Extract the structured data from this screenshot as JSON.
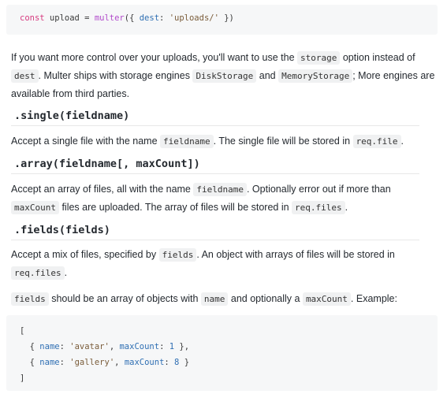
{
  "code_top": {
    "kw": "const",
    "var": " upload = ",
    "fn": "multer",
    "open": "({ ",
    "prop": "dest",
    "colon": ": ",
    "str": "'uploads/'",
    "close": " })"
  },
  "intro": {
    "t1": "If you want more control over your uploads, you'll want to use the ",
    "c1": "storage",
    "t2": " option instead of ",
    "c2": "dest",
    "t3": ". Multer ships with storage engines ",
    "c3": "DiskStorage",
    "t4": " and ",
    "c4": "MemoryStorage",
    "t5": "; More engines are available from third parties."
  },
  "single": {
    "heading": ".single(fieldname)",
    "t1": "Accept a single file with the name ",
    "c1": "fieldname",
    "t2": ". The single file will be stored in ",
    "c2": "req.file",
    "t3": "."
  },
  "array": {
    "heading": ".array(fieldname[, maxCount])",
    "t1": "Accept an array of files, all with the name ",
    "c1": "fieldname",
    "t2": ". Optionally error out if more than ",
    "c2": "maxCount",
    "t3": " files are uploaded. The array of files will be stored in ",
    "c3": "req.files",
    "t4": "."
  },
  "fields": {
    "heading": ".fields(fields)",
    "t1": "Accept a mix of files, specified by ",
    "c1": "fields",
    "t2": ". An object with arrays of files will be stored in ",
    "c2": "req.files",
    "t3": "."
  },
  "fields_note": {
    "c1": "fields",
    "t1": " should be an array of objects with ",
    "c2": "name",
    "t2": " and optionally a ",
    "c3": "maxCount",
    "t3": ". Example:"
  },
  "code_bottom": {
    "open_bracket": "[",
    "close_bracket": "]",
    "row1": {
      "open": "  { ",
      "k1": "name",
      "c": ": ",
      "v1": "'avatar'",
      "sep": ", ",
      "k2": "maxCount",
      "c2": ": ",
      "v2": "1",
      "close": " },"
    },
    "row2": {
      "open": "  { ",
      "k1": "name",
      "c": ": ",
      "v1": "'gallery'",
      "sep": ", ",
      "k2": "maxCount",
      "c2": ": ",
      "v2": "8",
      "close": " }"
    }
  }
}
